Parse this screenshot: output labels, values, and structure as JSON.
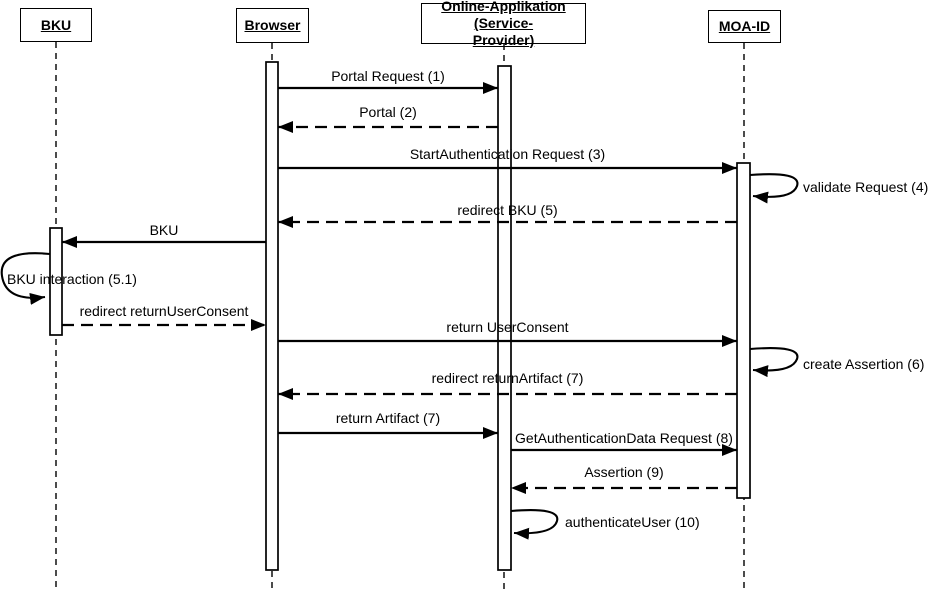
{
  "diagram_type": "uml-sequence-diagram",
  "colors": {
    "line": "#000000",
    "background": "#ffffff",
    "activation_fill": "#ffffff"
  },
  "actors": [
    {
      "name": "BKU",
      "lines": [
        "BKU"
      ]
    },
    {
      "name": "Browser",
      "lines": [
        "Browser"
      ]
    },
    {
      "name": "Online-Applikation (Service-Provider)",
      "lines": [
        "Online-Applikation (Service-",
        "Provider)"
      ]
    },
    {
      "name": "MOA-ID",
      "lines": [
        "MOA-ID"
      ]
    }
  ],
  "messages": [
    {
      "label": "Portal Request (1)",
      "from": "Browser",
      "to": "Online-Applikation (Service-Provider)",
      "line": "solid"
    },
    {
      "label": "Portal (2)",
      "from": "Online-Applikation (Service-Provider)",
      "to": "Browser",
      "line": "dashed"
    },
    {
      "label": "StartAuthentication Request (3)",
      "from": "Browser",
      "to": "MOA-ID",
      "line": "solid"
    },
    {
      "label": "validate Request (4)",
      "from": "MOA-ID",
      "to": "MOA-ID",
      "line": "self"
    },
    {
      "label": "redirect BKU (5)",
      "from": "MOA-ID",
      "to": "Browser",
      "line": "dashed"
    },
    {
      "label": "BKU",
      "from": "Browser",
      "to": "BKU",
      "line": "solid"
    },
    {
      "label": "BKU interaction (5.1)",
      "from": "BKU",
      "to": "BKU",
      "line": "self"
    },
    {
      "label": "redirect returnUserConsent",
      "from": "BKU",
      "to": "Browser",
      "line": "dashed"
    },
    {
      "label": "return UserConsent",
      "from": "Browser",
      "to": "MOA-ID",
      "line": "solid"
    },
    {
      "label": "create Assertion (6)",
      "from": "MOA-ID",
      "to": "MOA-ID",
      "line": "self"
    },
    {
      "label": "redirect returnArtifact (7)",
      "from": "MOA-ID",
      "to": "Browser",
      "line": "dashed"
    },
    {
      "label": "return Artifact (7)",
      "from": "Browser",
      "to": "Online-Applikation (Service-Provider)",
      "line": "solid"
    },
    {
      "label": "GetAuthenticationData Request (8)",
      "from": "Online-Applikation (Service-Provider)",
      "to": "MOA-ID",
      "line": "solid"
    },
    {
      "label": "Assertion (9)",
      "from": "MOA-ID",
      "to": "Online-Applikation (Service-Provider)",
      "line": "dashed"
    },
    {
      "label": "authenticateUser (10)",
      "from": "Online-Applikation (Service-Provider)",
      "to": "Online-Applikation (Service-Provider)",
      "line": "self"
    }
  ]
}
